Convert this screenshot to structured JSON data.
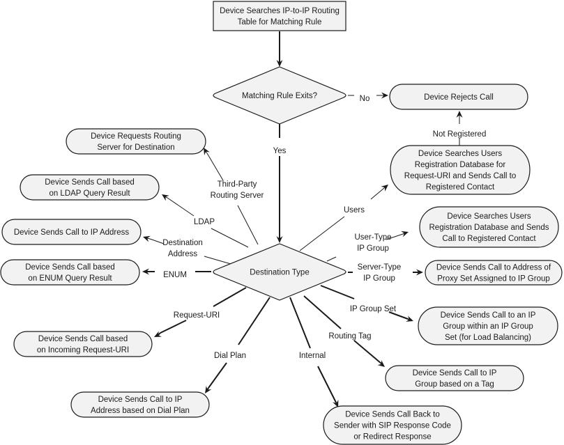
{
  "title": "IP-to-IP Routing Destination Flowchart",
  "nodes": {
    "start": {
      "lines": [
        "Device Searches IP-to-IP Routing",
        "Table for Matching Rule"
      ],
      "shape": "rectangle"
    },
    "match_decision": {
      "lines": [
        "Matching Rule Exits?"
      ],
      "shape": "diamond"
    },
    "reject": {
      "lines": [
        "Device Rejects Call"
      ],
      "shape": "terminator"
    },
    "dest_type": {
      "lines": [
        "Destination Type"
      ],
      "shape": "diamond"
    },
    "users_search": {
      "lines": [
        "Device Searches Users",
        "Registration Database for",
        "Request-URI and Sends Call to",
        "Registered Contact"
      ],
      "shape": "terminator"
    },
    "routing_server": {
      "lines": [
        "Device Requests Routing",
        "Server for Destination"
      ],
      "shape": "terminator"
    },
    "ldap_result": {
      "lines": [
        "Device Sends Call based",
        "on LDAP Query Result"
      ],
      "shape": "terminator"
    },
    "ip_address": {
      "lines": [
        "Device Sends Call to IP Address"
      ],
      "shape": "terminator"
    },
    "enum_result": {
      "lines": [
        "Device Sends Call based",
        "on ENUM Query Result"
      ],
      "shape": "terminator"
    },
    "user_type_group": {
      "lines": [
        "Device Searches Users",
        "Registration Database and Sends",
        "Call to Registered Contact"
      ],
      "shape": "terminator"
    },
    "server_type_group": {
      "lines": [
        "Device Sends Call to Address of",
        "Proxy Set Assigned to IP Group"
      ],
      "shape": "terminator"
    },
    "ip_group_set": {
      "lines": [
        "Device Sends Call to an IP",
        "Group within an IP Group",
        "Set (for Load Balancing)"
      ],
      "shape": "terminator"
    },
    "request_uri": {
      "lines": [
        "Device Sends Call based",
        "on Incoming Request-URI"
      ],
      "shape": "terminator"
    },
    "routing_tag": {
      "lines": [
        "Device Sends Call to IP",
        "Group based on a Tag"
      ],
      "shape": "terminator"
    },
    "dial_plan": {
      "lines": [
        "Device Sends Call to IP",
        "Address based on Dial Plan"
      ],
      "shape": "terminator"
    },
    "internal": {
      "lines": [
        "Device Sends Call Back to",
        "Sender with SIP Response Code",
        "or Redirect Response"
      ],
      "shape": "terminator"
    }
  },
  "edges": [
    {
      "from": "start",
      "to": "match_decision",
      "label": []
    },
    {
      "from": "match_decision",
      "to": "reject",
      "label": [
        "No"
      ]
    },
    {
      "from": "match_decision",
      "to": "dest_type",
      "label": [
        "Yes"
      ]
    },
    {
      "from": "users_search",
      "to": "reject",
      "label": [
        "Not Registered"
      ]
    },
    {
      "from": "dest_type",
      "to": "routing_server",
      "label": [
        "Third-Party",
        "Routing Server"
      ]
    },
    {
      "from": "dest_type",
      "to": "ldap_result",
      "label": [
        "LDAP"
      ]
    },
    {
      "from": "dest_type",
      "to": "ip_address",
      "label": [
        "Destination",
        "Address"
      ]
    },
    {
      "from": "dest_type",
      "to": "enum_result",
      "label": [
        "ENUM"
      ]
    },
    {
      "from": "dest_type",
      "to": "request_uri",
      "label": [
        "Request-URI"
      ]
    },
    {
      "from": "dest_type",
      "to": "dial_plan",
      "label": [
        "Dial Plan"
      ]
    },
    {
      "from": "dest_type",
      "to": "internal",
      "label": [
        "Internal"
      ]
    },
    {
      "from": "dest_type",
      "to": "routing_tag",
      "label": [
        "Routing Tag"
      ]
    },
    {
      "from": "dest_type",
      "to": "ip_group_set",
      "label": [
        "IP Group Set"
      ]
    },
    {
      "from": "dest_type",
      "to": "server_type_group",
      "label": [
        "Server-Type",
        "IP Group"
      ]
    },
    {
      "from": "dest_type",
      "to": "user_type_group",
      "label": [
        "User-Type",
        "IP Group"
      ]
    },
    {
      "from": "dest_type",
      "to": "users_search",
      "label": [
        "Users"
      ]
    }
  ]
}
